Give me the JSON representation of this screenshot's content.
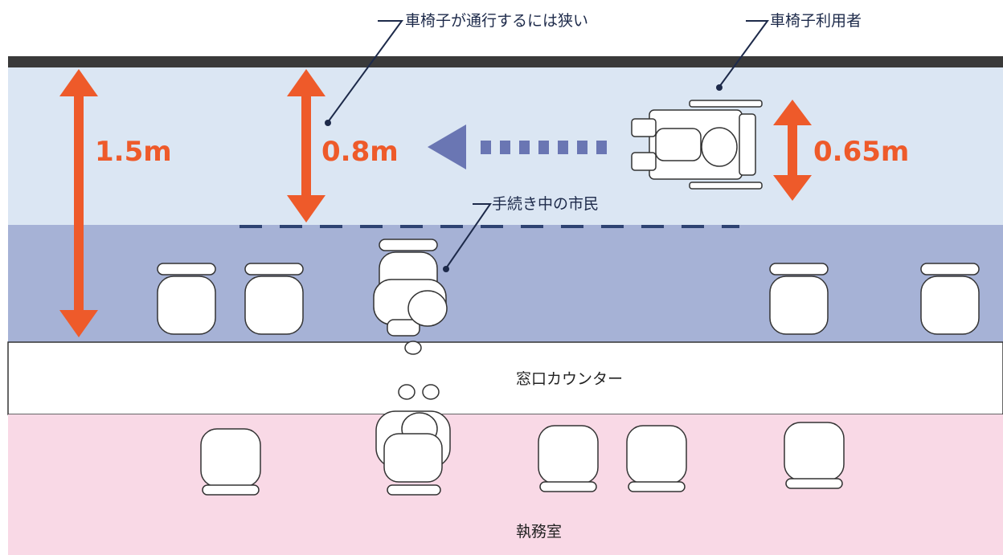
{
  "labels": {
    "narrow_note": "車椅子が通行するには狭い",
    "wheelchair_user": "車椅子利用者",
    "citizen": "手続き中の市民",
    "counter": "窓口カウンター",
    "office": "執務室"
  },
  "dimensions": {
    "total_width": "1.5m",
    "remaining_width": "0.8m",
    "wheelchair_width": "0.65m"
  },
  "colors": {
    "corridor": "#dbe6f3",
    "waiting_zone": "#a6b2d6",
    "counter": "#ffffff",
    "office": "#f9d9e6",
    "wall": "#3a3a3a",
    "dimension_arrow": "#ee5a2a",
    "direction_arrow": "#6a76b3",
    "dash_line": "#2e4372"
  }
}
